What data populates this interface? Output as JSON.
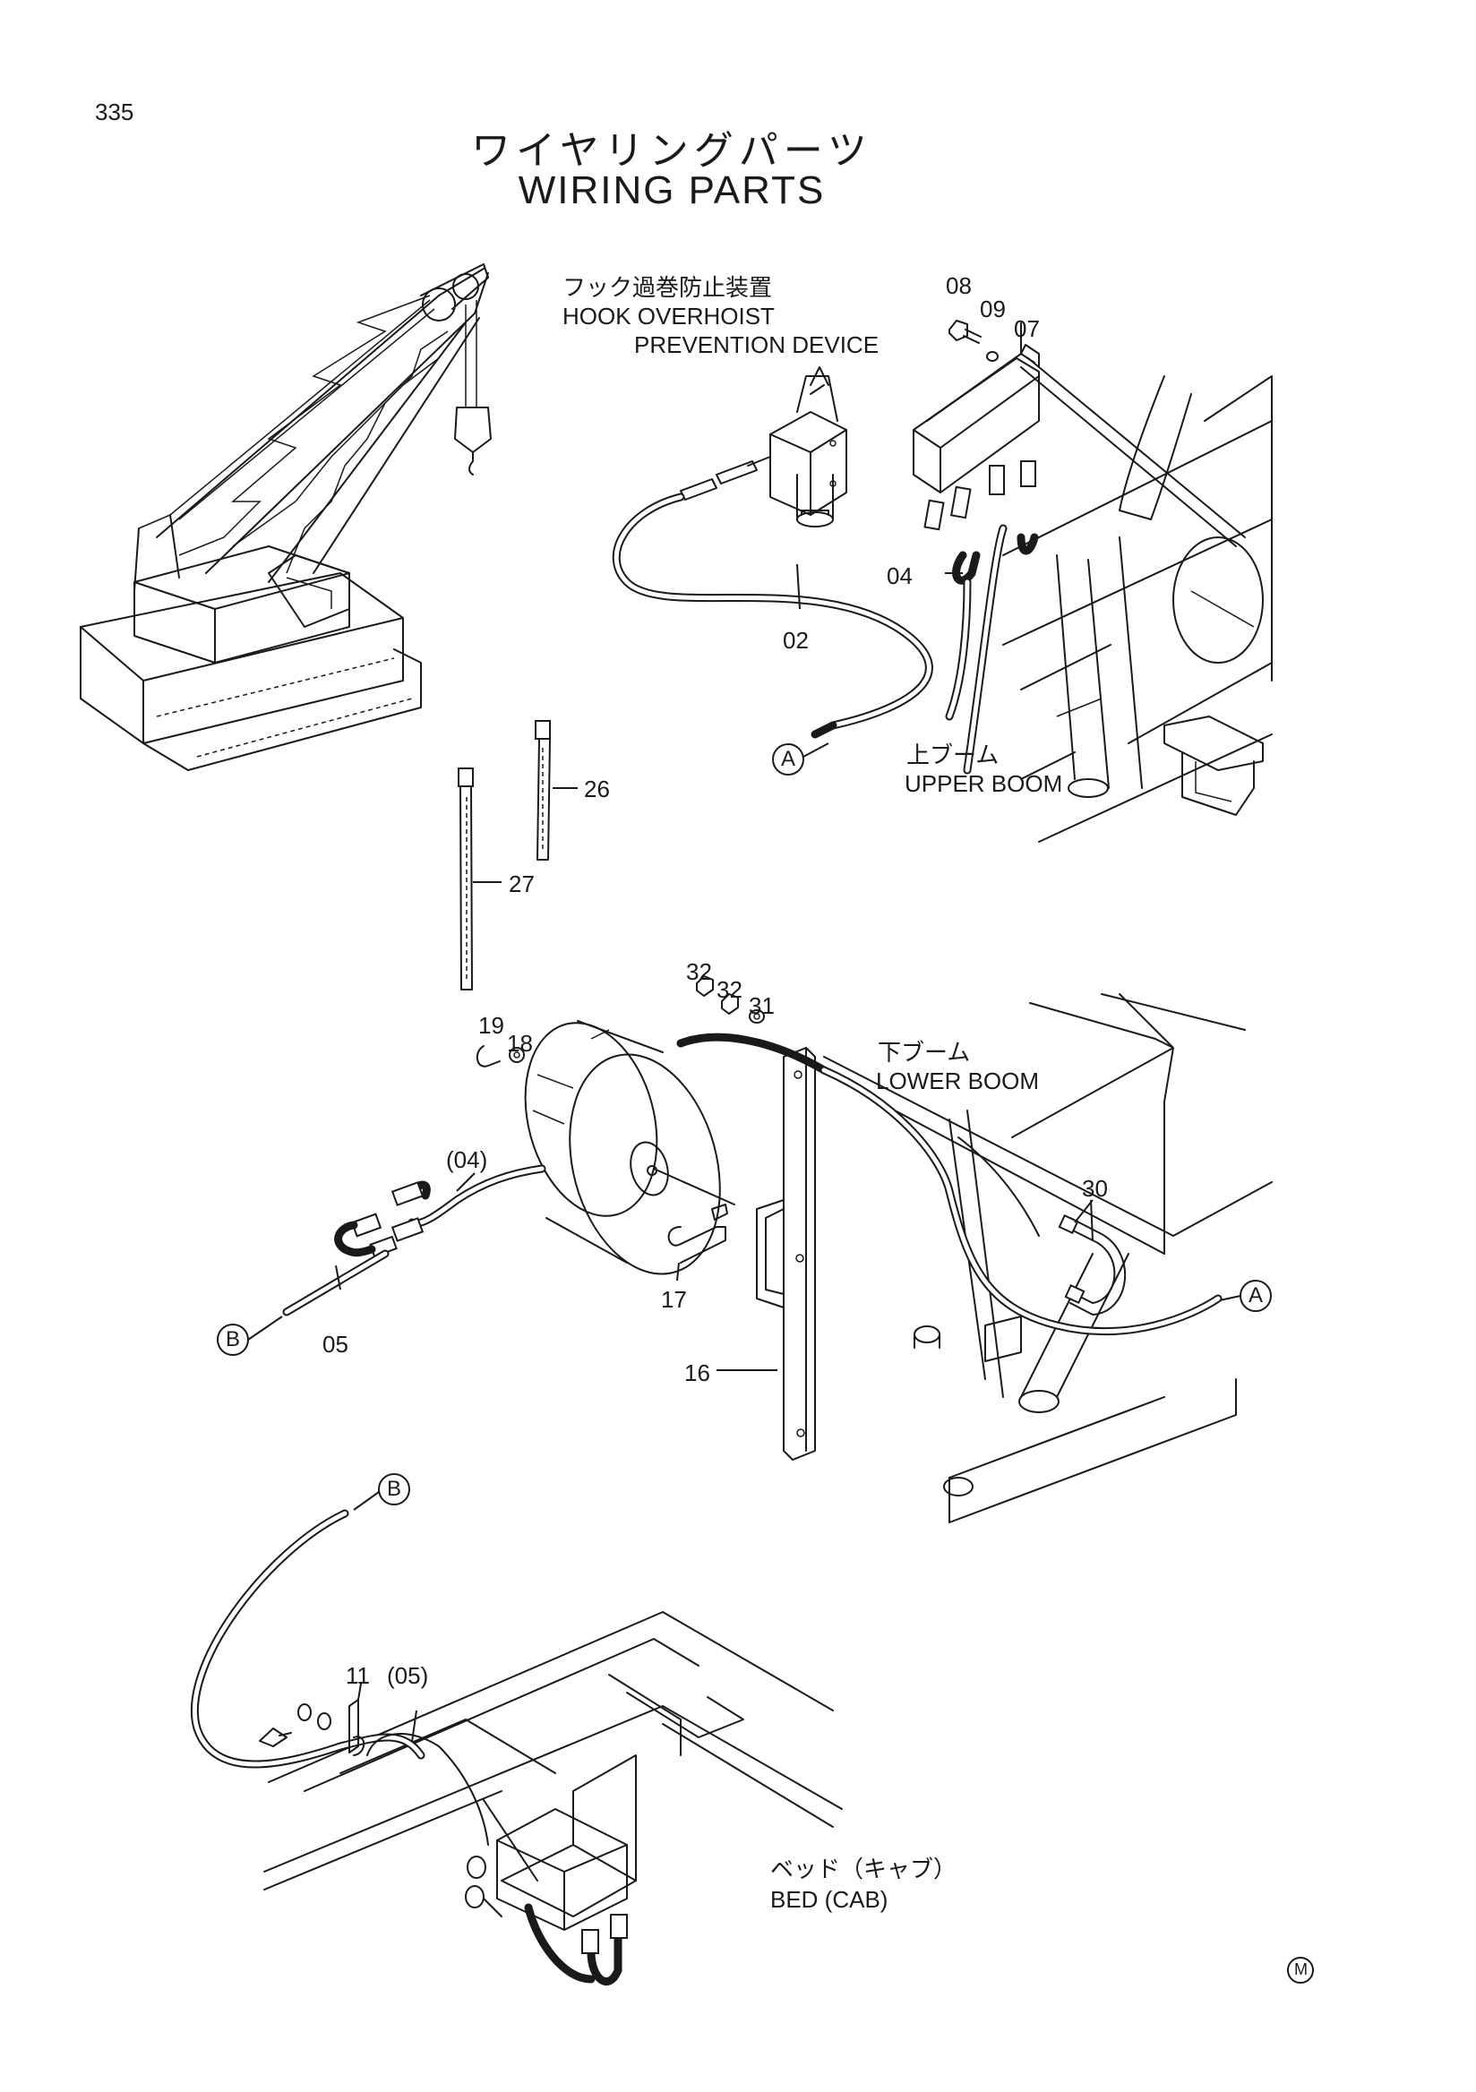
{
  "page": {
    "number": "335",
    "title_jp": "ワイヤリングパーツ",
    "title_en": "WIRING PARTS",
    "corner_mark": "M"
  },
  "labels": {
    "hook_device_jp": "フック過巻防止装置",
    "hook_device_en_1": "HOOK OVERHOIST",
    "hook_device_en_2": "PREVENTION DEVICE",
    "upper_boom_jp": "上ブーム",
    "upper_boom_en": "UPPER BOOM",
    "lower_boom_jp": "下ブーム",
    "lower_boom_en": "LOWER BOOM",
    "bed_jp": "ベッド（キャブ）",
    "bed_en": "BED (CAB)"
  },
  "connectors": {
    "a": "A",
    "b": "B"
  },
  "part_numbers": {
    "p02": "02",
    "p04": "04",
    "p04_ref": "(04)",
    "p05": "05",
    "p05_ref": "(05)",
    "p07": "07",
    "p08": "08",
    "p09": "09",
    "p11": "11",
    "p16": "16",
    "p17": "17",
    "p18": "18",
    "p19": "19",
    "p26": "26",
    "p27": "27",
    "p30": "30",
    "p31": "31",
    "p32a": "32",
    "p32b": "32"
  }
}
